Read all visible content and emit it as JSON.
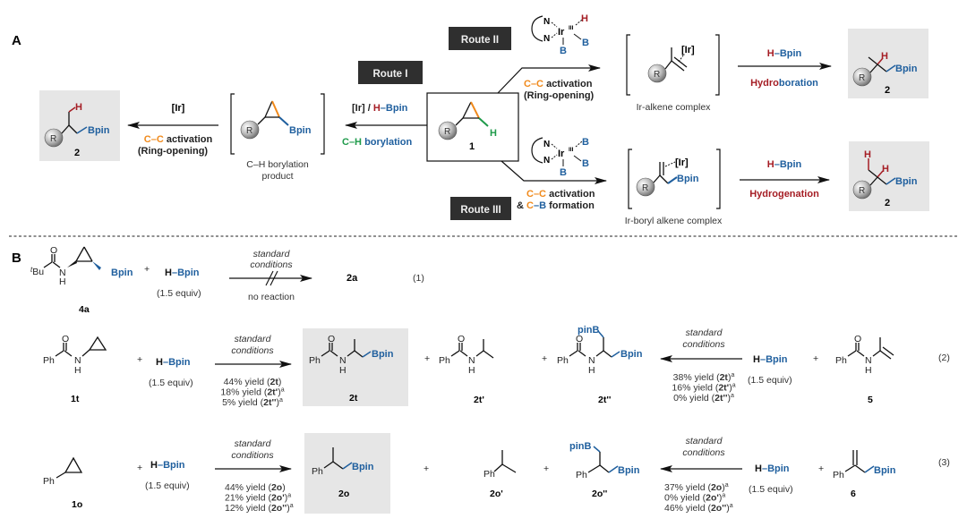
{
  "panel_a": {
    "label": "A",
    "routes": {
      "route1": "Route I",
      "route2": "Route II",
      "route3": "Route III"
    },
    "start": {
      "label": "1",
      "r": "R",
      "h": "H"
    },
    "route1": {
      "reagent_ir": "[Ir] / ",
      "reagent_h": "H",
      "reagent_dash": "–",
      "reagent_bpin": "Bpin",
      "process_ch": "C–H",
      "process_borylation": " borylation",
      "intermediate_caption_1": "C–H borylation",
      "intermediate_caption_2": "product",
      "intermediate_bpin": "Bpin",
      "step2_reagent": "[Ir]",
      "step2_cc": "C–C",
      "step2_activation": " activation",
      "step2_ring": "(Ring-opening)",
      "product_label": "2",
      "product_h": "H",
      "product_bpin": "Bpin"
    },
    "route2": {
      "catalyst": {
        "n1": "N",
        "n2": "N",
        "ir": "Ir",
        "ox": "III",
        "h": "H",
        "b1": "B",
        "b2": "B"
      },
      "cc": "C–C",
      "activation": " activation",
      "ring": "(Ring-opening)",
      "intermediate_caption": "Ir-alkene complex",
      "intermediate_ir": "[Ir]",
      "step2_h": "H",
      "step2_dash": "–",
      "step2_bpin": "Bpin",
      "step2_hydro": "Hydro",
      "step2_boration": "boration",
      "product_label": "2",
      "product_h": "H",
      "product_bpin": "Bpin"
    },
    "route3": {
      "catalyst": {
        "n1": "N",
        "n2": "N",
        "ir": "Ir",
        "ox": "III",
        "b1": "B",
        "b2": "B",
        "b3": "B"
      },
      "cc": "C–C",
      "activation": " activation",
      "amp": "& ",
      "c": "C",
      "dash": "–",
      "b": "B",
      "formation": " formation",
      "intermediate_caption": "Ir-boryl alkene complex",
      "intermediate_ir": "[Ir]",
      "intermediate_bpin": "Bpin",
      "step2_h": "H",
      "step2_dash": "–",
      "step2_bpin": "Bpin",
      "step2_name": "Hydrogenation",
      "product_label": "2",
      "product_h1": "H",
      "product_h2": "H",
      "product_bpin": "Bpin"
    }
  },
  "panel_b": {
    "label": "B",
    "hbpin_h": "H",
    "hbpin_dash": "–",
    "hbpin_bpin": "Bpin",
    "equiv": "(1.5 equiv)",
    "standard": "standard",
    "conditions": "conditions",
    "plus": "+",
    "eq1": {
      "substrate_label": "4a",
      "tbu_t": "t",
      "tbu_bu": "Bu",
      "o": "O",
      "n": "N",
      "h": "H",
      "bpin": "Bpin",
      "no_reaction": "no reaction",
      "product": "2a",
      "eq_number": "(1)"
    },
    "eq2": {
      "substrate_label": "1t",
      "ph": "Ph",
      "o": "O",
      "n": "N",
      "h": "H",
      "forward_yields": [
        {
          "pct": "44% yield (",
          "cmpd": "2t",
          "close": ")",
          "sup": ""
        },
        {
          "pct": "18% yield (",
          "cmpd": "2t'",
          "close": ")",
          "sup": "a"
        },
        {
          "pct": "5% yield (",
          "cmpd": "2t''",
          "close": ")",
          "sup": "a"
        }
      ],
      "product_main": "2t",
      "product_prime": "2t'",
      "product_dprime": "2t''",
      "bpin": "Bpin",
      "pinb": "pinB",
      "reverse_yields": [
        {
          "pct": "38% yield (",
          "cmpd": "2t",
          "close": ")",
          "sup": "a"
        },
        {
          "pct": "16% yield (",
          "cmpd": "2t'",
          "close": ")",
          "sup": "a"
        },
        {
          "pct": "0% yield (",
          "cmpd": "2t''",
          "close": ")",
          "sup": "a"
        }
      ],
      "alkene_label": "5",
      "eq_number": "(2)"
    },
    "eq3": {
      "substrate_label": "1o",
      "ph": "Ph",
      "forward_yields": [
        {
          "pct": "44% yield (",
          "cmpd": "2o",
          "close": ")",
          "sup": ""
        },
        {
          "pct": "21% yield (",
          "cmpd": "2o'",
          "close": ")",
          "sup": "a"
        },
        {
          "pct": "12% yield (",
          "cmpd": "2o''",
          "close": ")",
          "sup": "a"
        }
      ],
      "product_main": "2o",
      "product_prime": "2o'",
      "product_dprime": "2o''",
      "bpin": "Bpin",
      "pinb": "pinB",
      "reverse_yields": [
        {
          "pct": "37% yield (",
          "cmpd": "2o",
          "close": ")",
          "sup": "a"
        },
        {
          "pct": "0%  yield (",
          "cmpd": "2o'",
          "close": ")",
          "sup": "a"
        },
        {
          "pct": "46% yield (",
          "cmpd": "2o''",
          "close": ")",
          "sup": "a"
        }
      ],
      "alkene_label": "6",
      "eq_number": "(3)"
    }
  },
  "colors": {
    "boron_blue": "#1f5f9e",
    "hydrogen_red": "#a51d24",
    "cc_orange": "#f08a1c",
    "ch_green": "#1e9a4a",
    "route_badge": "#2f2f2f",
    "product_box": "#e6e6e6"
  }
}
